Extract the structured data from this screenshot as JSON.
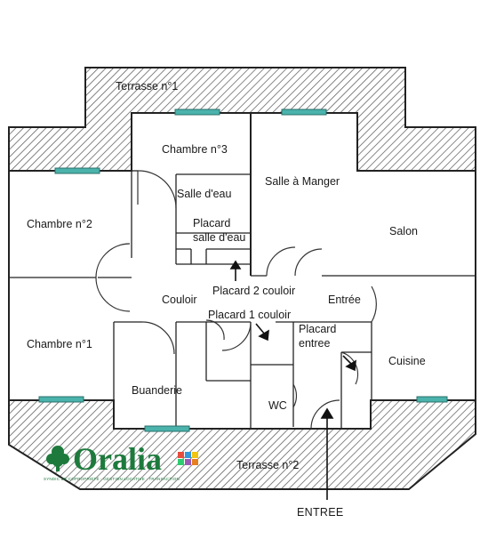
{
  "rooms": {
    "terrasse_1": "Terrasse n°1",
    "terrasse_2": "Terrasse n°2",
    "chambre_3": "Chambre n°3",
    "salle_eau": "Salle d'eau",
    "placard_salle_eau_1": "Placard",
    "placard_salle_eau_2": "salle d'eau",
    "salle_manger": "Salle à Manger",
    "chambre_2": "Chambre n°2",
    "salon": "Salon",
    "placard_2_couloir": "Placard 2 couloir",
    "couloir": "Couloir",
    "entree": "Entrée",
    "placard_1_couloir": "Placard 1 couloir",
    "placard_entree_1": "Placard",
    "placard_entree_2": "entree",
    "chambre_1": "Chambre n°1",
    "cuisine": "Cuisine",
    "buanderie": "Buanderie",
    "wc": "WC",
    "entree_arrow": "ENTREE"
  },
  "logo": {
    "name": "Oralia",
    "tagline": "SYNDIC DE COPROPRIÉTÉ · GESTION LOCATIVE · TRANSACTION"
  },
  "colors": {
    "window": "#4bb3ac",
    "logo_green": "#1d7a3c",
    "wall": "#222222"
  }
}
